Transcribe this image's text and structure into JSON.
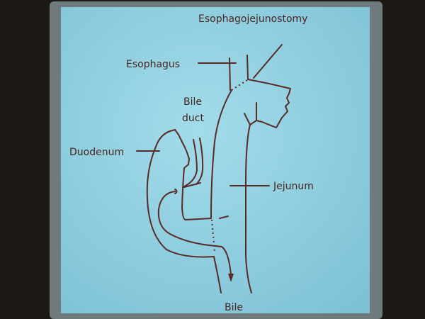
{
  "diagram": {
    "labels": {
      "esophagojejunostomy": "Esophagojejunostomy",
      "esophagus": "Esophagus",
      "bile_duct_line1": "Bile",
      "bile_duct_line2": "duct",
      "duodenum": "Duodenum",
      "jejunum": "Jejunum",
      "bile": "Bile"
    },
    "colors": {
      "background": "#1c1816",
      "sleeve": "#6f7a7c",
      "paper": "#93d3e3",
      "ink": "#5a2a26"
    }
  }
}
